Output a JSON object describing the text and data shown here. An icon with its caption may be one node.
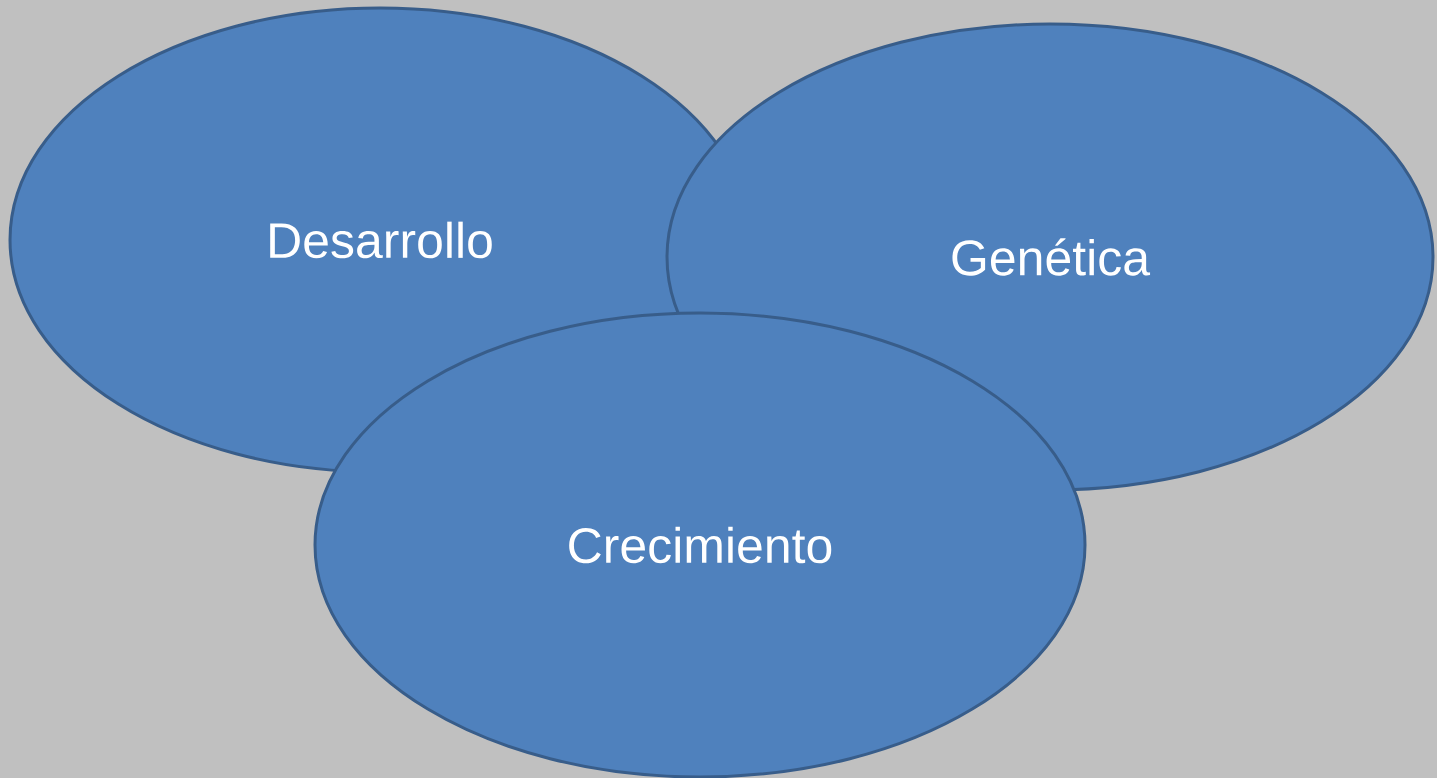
{
  "diagram": {
    "nodes": [
      {
        "text": [
          "Desarrollo"
        ]
      },
      {
        "text": [
          "Genética"
        ]
      },
      {
        "text": [
          "Crecimiento"
        ]
      }
    ]
  }
}
